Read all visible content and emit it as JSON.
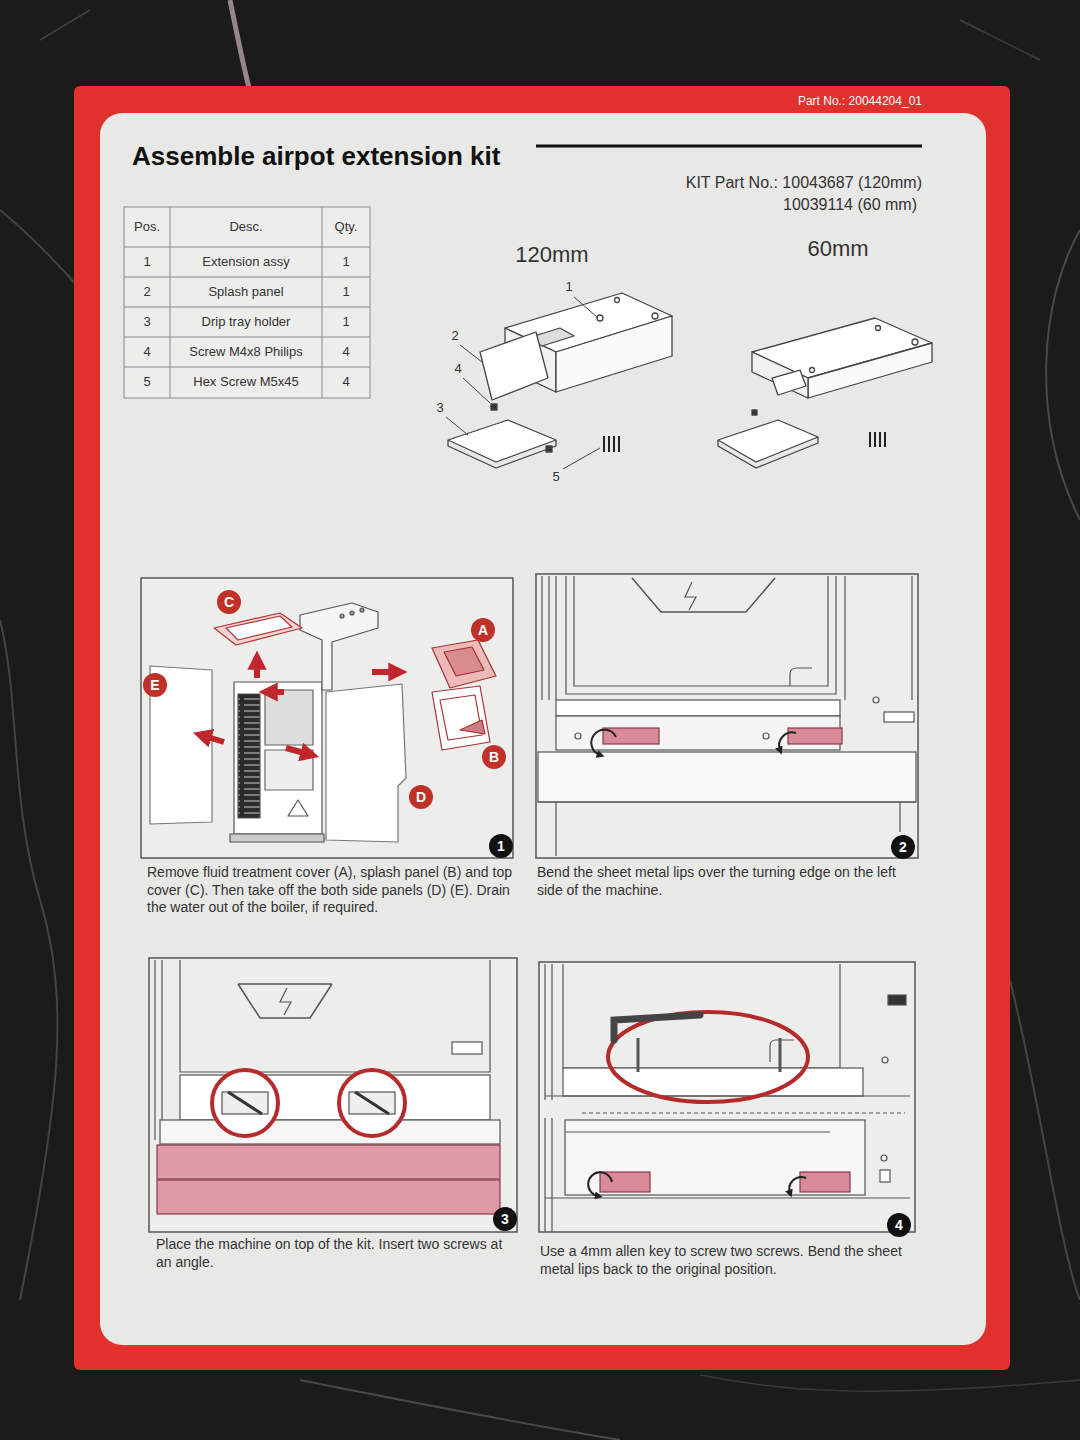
{
  "diagram": {
    "title": "Assemble airpot extension kit",
    "nodes": [
      {
        "text": [
          "C"
        ]
      },
      {
        "text": [
          "A"
        ]
      },
      {
        "text": [
          "E"
        ]
      },
      {
        "text": [
          "B"
        ]
      },
      {
        "text": [
          "D"
        ]
      },
      {
        "text": [
          "1"
        ]
      },
      {
        "text": [
          "2"
        ]
      },
      {
        "text": [
          "3"
        ]
      },
      {
        "text": [
          "4"
        ]
      }
    ],
    "labels": [
      "Part No.: 20044204_01",
      "KIT Part No.: 10043687 (120mm)",
      "10039114 (60 mm)",
      "Pos.",
      "Desc.",
      "Qty.",
      "1",
      "Extension assy",
      "1",
      "2",
      "Splash panel",
      "1",
      "3",
      "Drip tray holder",
      "1",
      "4",
      "Screw M4x8 Philips",
      "4",
      "5",
      "Hex Screw M5x45",
      "4",
      "120mm",
      "60mm",
      "1",
      "2",
      "4",
      "3",
      "5",
      "Remove fluid treatment cover (A), splash panel (B) and top cover (C). Then take off the both side panels (D) (E). Drain the water out of the boiler, if required.",
      "Bend the sheet metal lips over the turning edge on the left side of the machine.",
      "Place the machine on top of the kit. Insert two screws at an angle.",
      "Use a 4mm allen key to screw two screws. Bend the sheet metal lips back to the original position."
    ]
  }
}
